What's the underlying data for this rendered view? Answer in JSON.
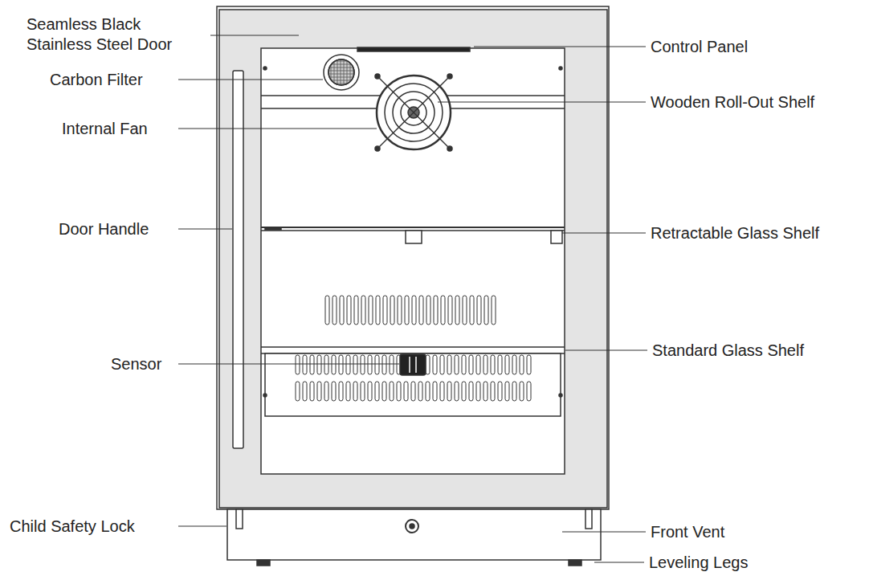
{
  "diagram": {
    "labels": [
      "Seamless Black Stainless Steel Door",
      "Control Panel",
      "Carbon Filter",
      "Wooden Roll-Out Shelf",
      "Internal Fan",
      "Door Handle",
      "Retractable Glass Shelf",
      "Sensor",
      "Standard Glass Shelf",
      "Child Safety Lock",
      "Front Vent",
      "Leveling Legs"
    ]
  }
}
